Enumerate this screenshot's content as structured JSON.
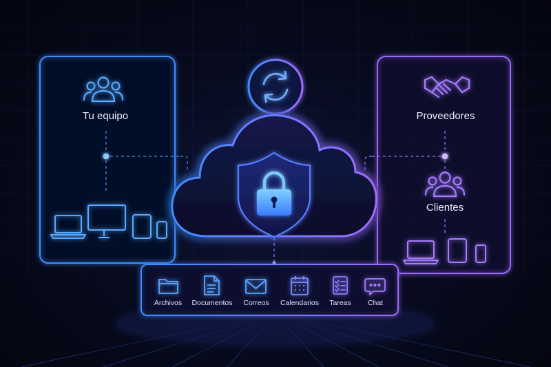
{
  "left_panel": {
    "label": "Tu equipo",
    "icon": "team-users-icon",
    "devices": [
      "laptop-icon",
      "monitor-icon",
      "tablet-icon",
      "phone-icon"
    ]
  },
  "right_panel": {
    "top_label": "Proveedores",
    "top_icon": "handshake-icon",
    "bottom_label": "Clientes",
    "bottom_icon": "clients-users-icon",
    "devices": [
      "laptop-icon",
      "tablet-icon",
      "phone-icon"
    ]
  },
  "center": {
    "sync_icon": "sync-icon",
    "cloud_icon": "cloud-icon",
    "shield_icon": "shield-lock-icon"
  },
  "services": [
    {
      "label": "Archivos",
      "icon": "folder-icon"
    },
    {
      "label": "Documentos",
      "icon": "document-icon"
    },
    {
      "label": "Correos",
      "icon": "mail-icon"
    },
    {
      "label": "Calendarios",
      "icon": "calendar-icon"
    },
    {
      "label": "Tareas",
      "icon": "tasks-icon"
    },
    {
      "label": "Chat",
      "icon": "chat-icon"
    }
  ],
  "colors": {
    "blue_glow": "#4d9dff",
    "purple_glow": "#9b6bff",
    "text": "#eef0ff",
    "background": "#070a1c"
  }
}
